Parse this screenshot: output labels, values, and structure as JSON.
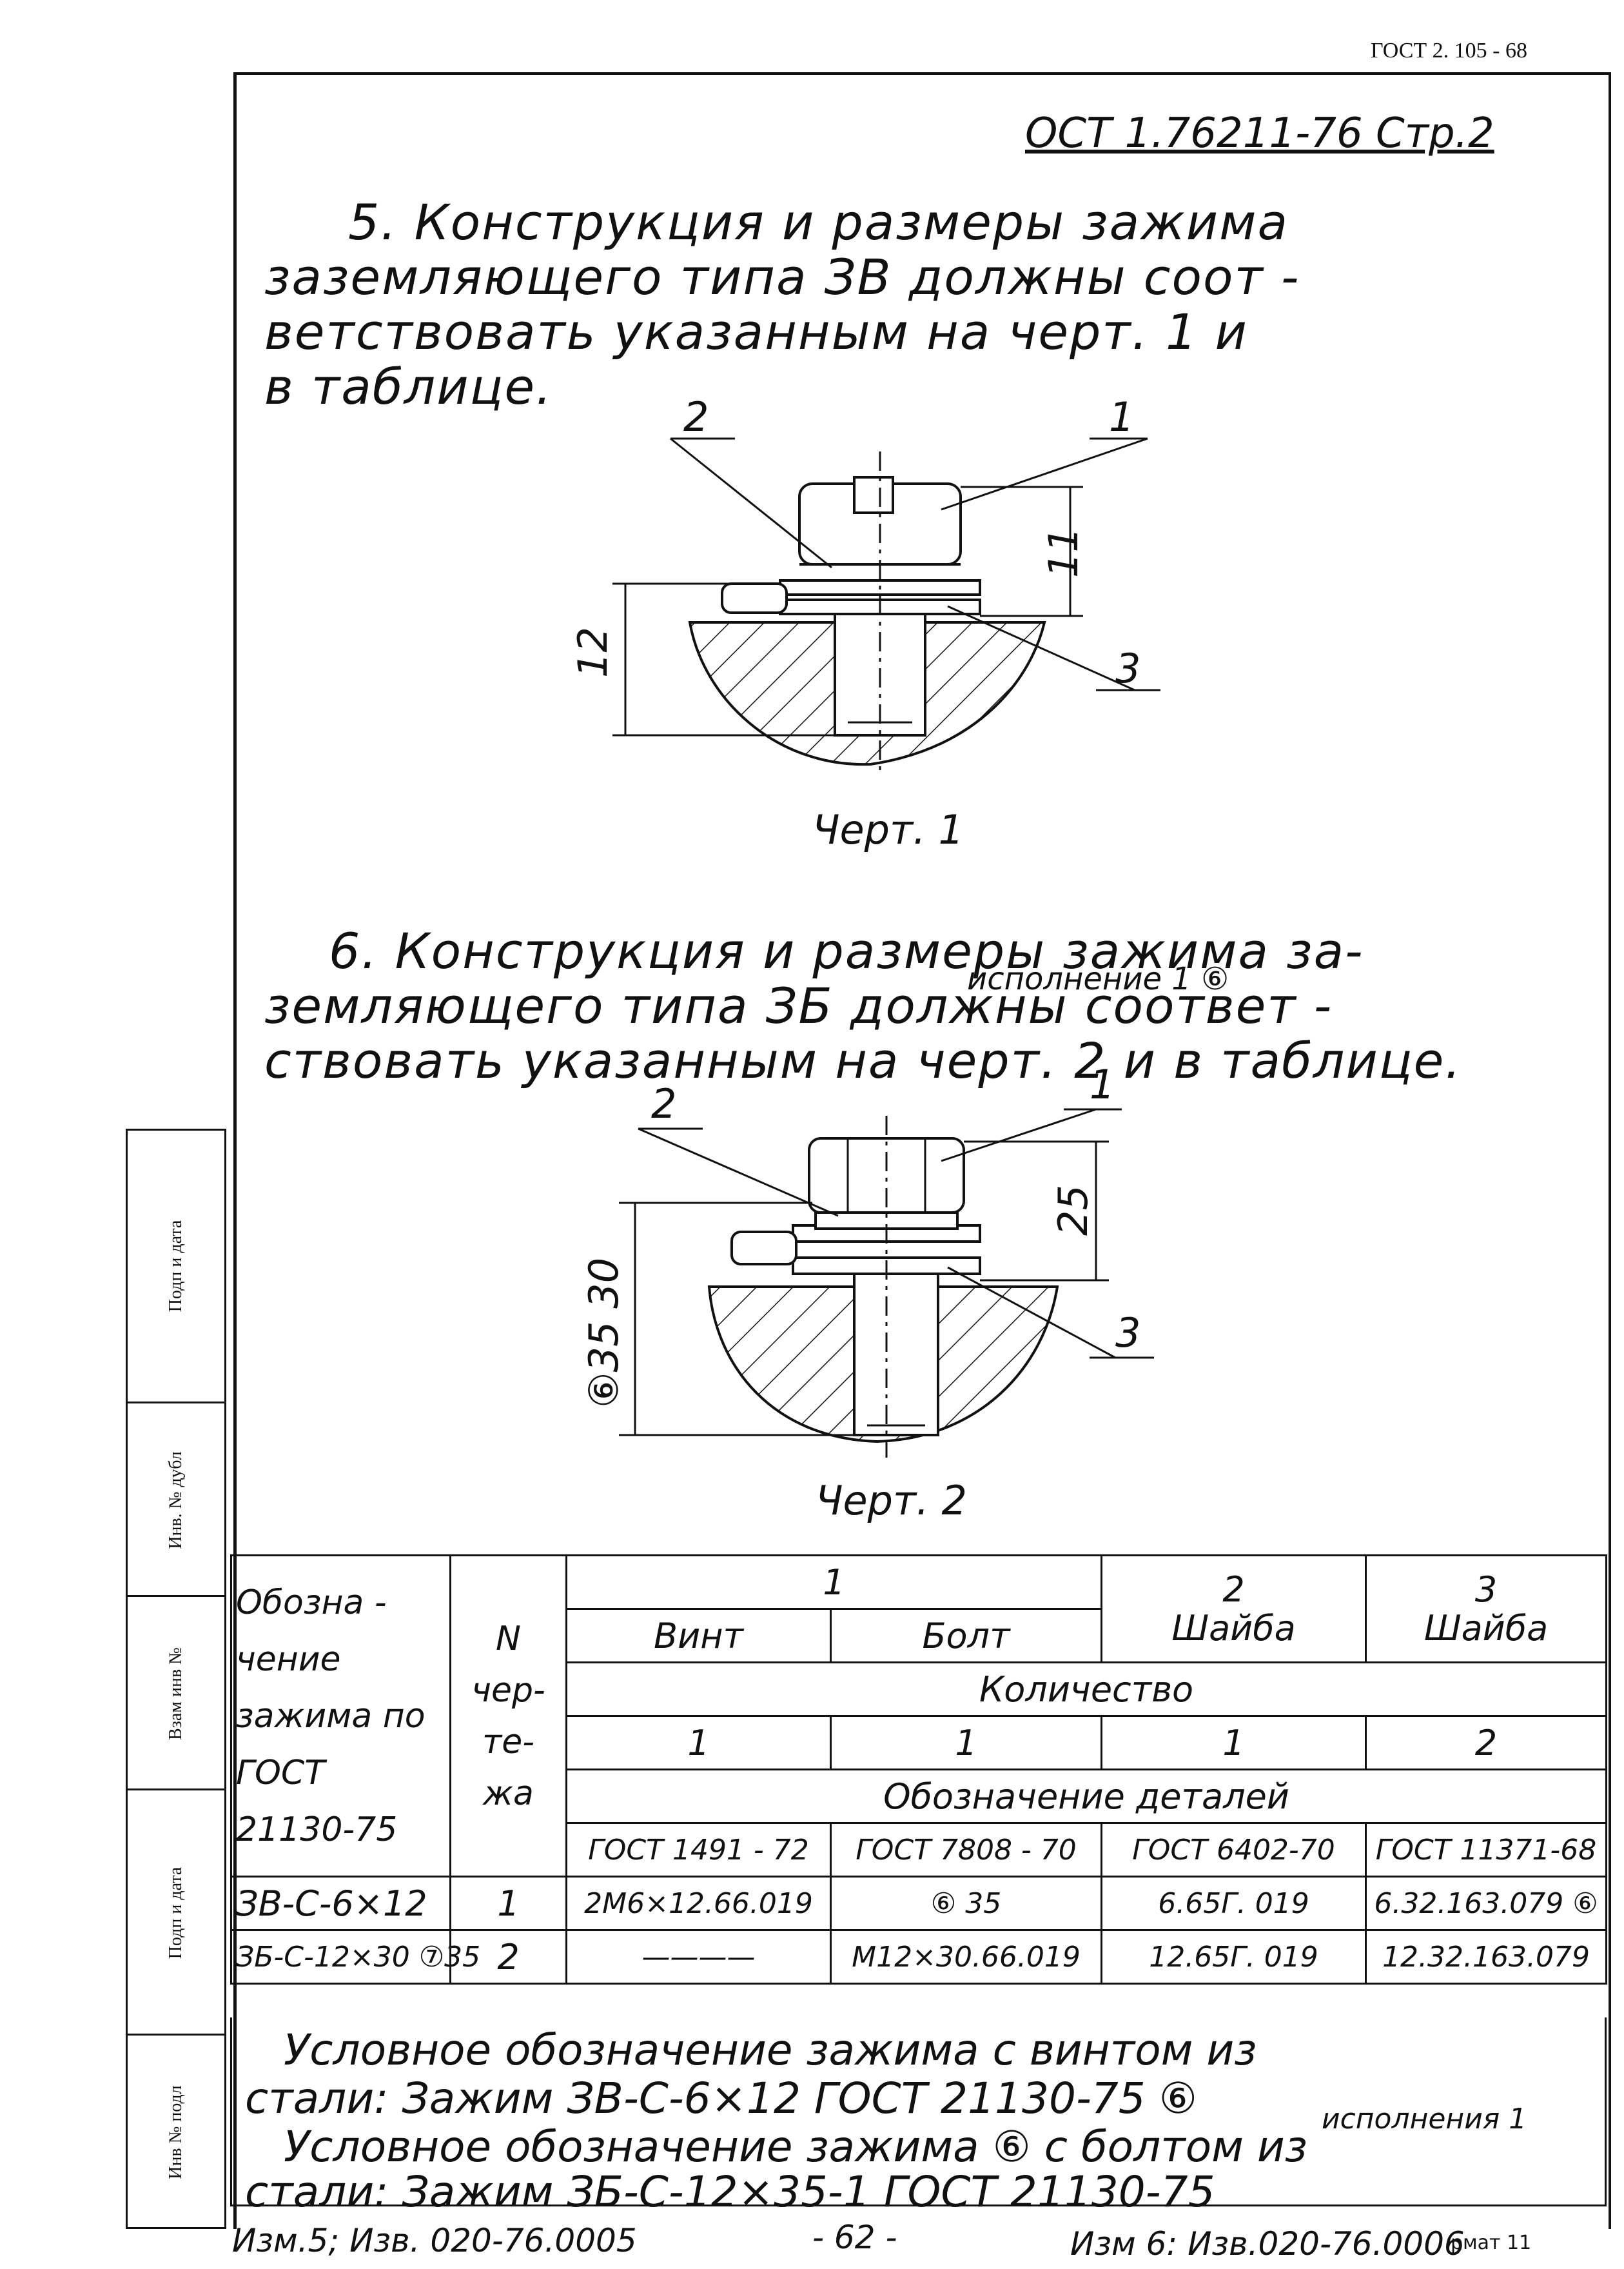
{
  "header": {
    "gost_ref": "ГОСТ 2. 105 - 68",
    "ost_ref": "ОСТ 1.76211-76 Стр.2"
  },
  "section5": {
    "lines": [
      "5. Конструкция   и  размеры  зажима",
      "заземляющего   типа  ЗВ  должны  соот -",
      "ветствовать  указанным  на  черт. 1    и",
      "в  таблице."
    ]
  },
  "figure1": {
    "callouts": [
      "2",
      "1",
      "3"
    ],
    "dim_11": "11",
    "dim_12": "12",
    "caption": "Черт. 1"
  },
  "section6": {
    "lines": [
      "6. Конструкция   и  размеры  зажима  за-",
      "земляющего   типа  ЗБ   должны  соответ -",
      "ствовать  указанным  на  черт. 2 и в  таблице."
    ],
    "insert": "исполнение 1 ⑥"
  },
  "figure2": {
    "callouts": [
      "2",
      "1",
      "3"
    ],
    "dim_25": "25",
    "dim_left": "⑥35 30",
    "caption": "Черт. 2"
  },
  "side_strip": [
    "Подп и дата",
    "Инв. № дубл",
    "Взам инв №",
    "Подп и дата",
    "Инв № подл"
  ],
  "table": {
    "h_designation": "Обозна - чение зажима по ГОСТ 21130-75",
    "h_n": "N чер- те- жа",
    "h_pos": [
      "1",
      "2",
      "3"
    ],
    "h_parts": [
      "Винт",
      "Болт",
      "Шайба",
      "Шайба"
    ],
    "h_qty_label": "Количество",
    "h_qty": [
      "1",
      "1",
      "1",
      "2"
    ],
    "h_details_label": "Обозначение  деталей",
    "h_gosts": [
      "ГОСТ 1491 - 72",
      "ГОСТ 7808 - 70",
      "ГОСТ 6402-70",
      "ГОСТ 11371-68"
    ],
    "rows": [
      {
        "designation": "ЗВ-С-6×12",
        "n": "1",
        "cells": [
          "2М6×12.66.019",
          "⑥ 35",
          "6.65Г. 019",
          "6.32.163.079 ⑥"
        ]
      },
      {
        "designation": "ЗБ-С-12×30 ⑦35",
        "n": "2",
        "cells": [
          "————",
          "М12×30.66.019",
          "12.65Г. 019",
          "12.32.163.079"
        ]
      }
    ]
  },
  "notes": {
    "line1": "Условное  обозначение   зажима  с  винтом     из",
    "line2": "стали:        Зажим  ЗВ-С-6×12  ГОСТ 21130-75 ⑥",
    "line2_sup": "исполнения 1",
    "line3": "Условное   обозначение   зажима ⑥ с  болтом  из",
    "line4": "стали:        Зажим  ЗБ-С-12×35-1 ГОСТ 21130-75"
  },
  "footer": {
    "left": "Изм.5; Изв. 020-76.0005",
    "center": "- 62 -",
    "right": "Изм 6: Изв.020-76.0006",
    "format": "рмат 11"
  }
}
